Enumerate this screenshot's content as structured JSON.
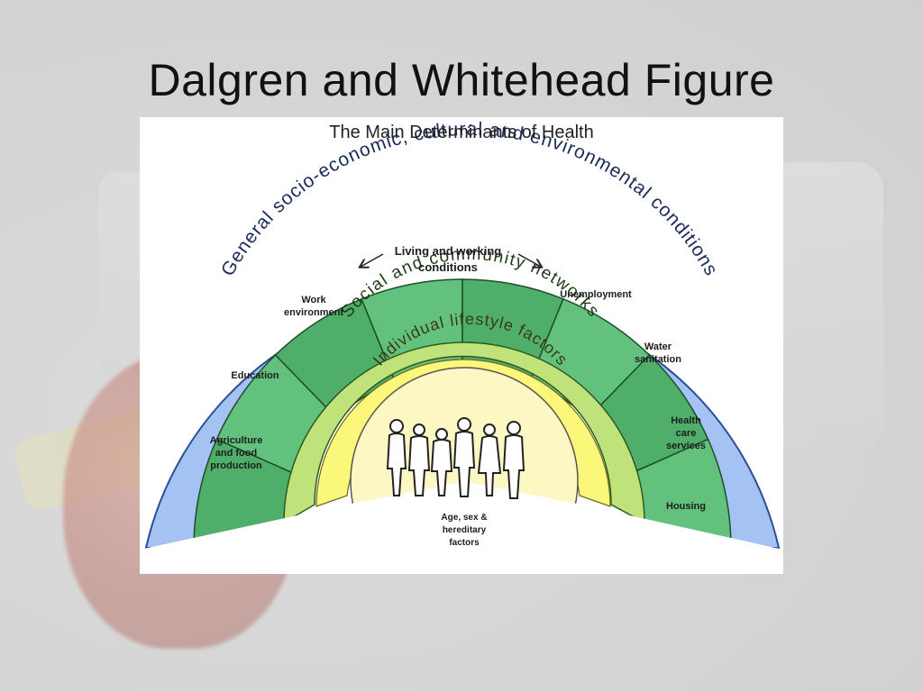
{
  "slide": {
    "title": "Dalgren and Whitehead Figure"
  },
  "figure": {
    "title": "The Main Determinants of Health",
    "outer_ring_label": "General socio-economic, cultural and environmental conditions",
    "social_ring_label": "Social and community networks",
    "lifestyle_ring_label": "Individual lifestyle factors",
    "core_label": [
      "Age, sex &",
      "hereditary",
      "factors"
    ],
    "segments": {
      "agriculture": [
        "Agriculture",
        "and food",
        "production"
      ],
      "education": "Education",
      "work_environment": [
        "Work",
        "environment"
      ],
      "living_working": [
        "Living and working",
        "conditions"
      ],
      "unemployment": "Unemployment",
      "water": [
        "Water",
        "sanitation"
      ],
      "health_care": [
        "Health",
        "care",
        "services"
      ],
      "housing": "Housing"
    }
  },
  "colors": {
    "outer_ring": "#a4c2f2",
    "segments": "#62c27d",
    "segment_alt": "#4fae6a",
    "social_ring": "#bfe27a",
    "lifestyle_ring": "#fbf77a",
    "core": "#fdf7c4"
  }
}
